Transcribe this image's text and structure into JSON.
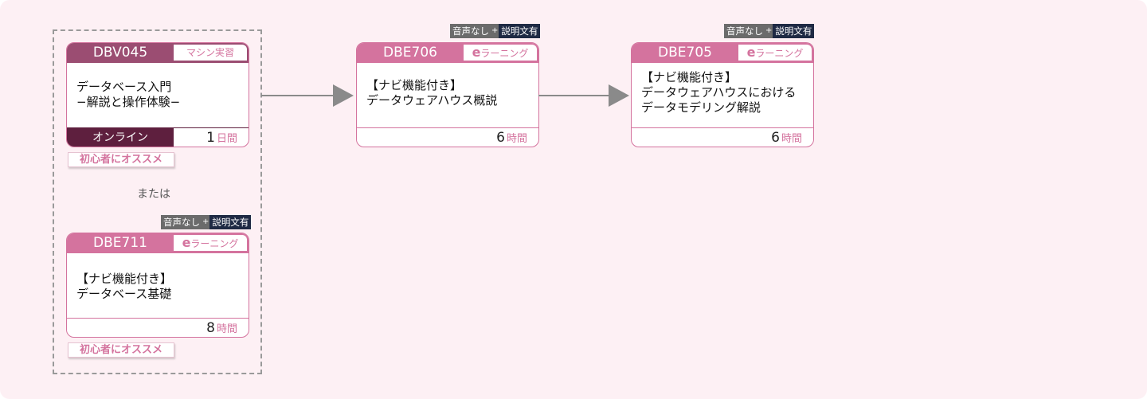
{
  "colors": {
    "accent": "#d4739e",
    "dark": "#5e1f3e",
    "dark_header": "#9b4d72",
    "badge_gray": "#6b6b6b",
    "badge_navy": "#1f2a44",
    "panel_bg": "#fdf0f4"
  },
  "or_label": "または",
  "badge": {
    "audio": "音声なし",
    "sep": "+",
    "text": "説明文有"
  },
  "recommend_tag": "初心者にオススメ",
  "cards": [
    {
      "code": "DBV045",
      "type_label": "マシン実習",
      "title": "データベース入門\n−解説と操作体験−",
      "mode": "オンライン",
      "duration_value": "1",
      "duration_unit": "日間"
    },
    {
      "code": "DBE711",
      "type_e": "e",
      "type_label": "ラーニング",
      "title": "【ナビ機能付き】\nデータベース基礎",
      "duration_value": "8",
      "duration_unit": "時間"
    },
    {
      "code": "DBE706",
      "type_e": "e",
      "type_label": "ラーニング",
      "title": "【ナビ機能付き】\nデータウェアハウス概説",
      "duration_value": "6",
      "duration_unit": "時間"
    },
    {
      "code": "DBE705",
      "type_e": "e",
      "type_label": "ラーニング",
      "title": "【ナビ機能付き】\nデータウェアハウスにおける\nデータモデリング解説",
      "duration_value": "6",
      "duration_unit": "時間"
    }
  ]
}
